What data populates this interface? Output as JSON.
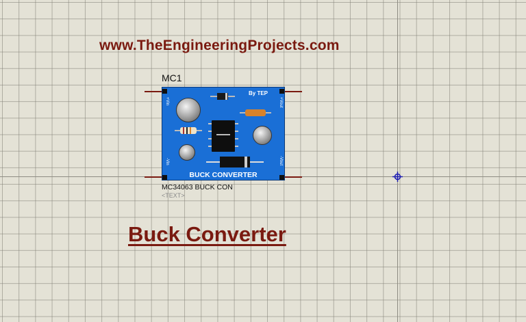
{
  "header": {
    "website": "www.TheEngineeringProjects.com"
  },
  "component": {
    "ref": "MC1",
    "value": "MC34063 BUCK CON",
    "text_placeholder": "<TEXT>",
    "board_credit": "By TEP",
    "board_name": "BUCK CONVERTER",
    "pin_labels": {
      "top_left": "+Vin",
      "bottom_left": "-Vin",
      "top_right": "+Vout",
      "bottom_right": "-Vout"
    }
  },
  "title": "Buck Converter",
  "colors": {
    "grid_bg": "#e4e2d6",
    "pcb": "#1a6fd6",
    "text_red": "#7a1a10",
    "origin_marker": "#1b1bb0"
  },
  "icons": {
    "origin_marker": "crosshair-icon"
  }
}
